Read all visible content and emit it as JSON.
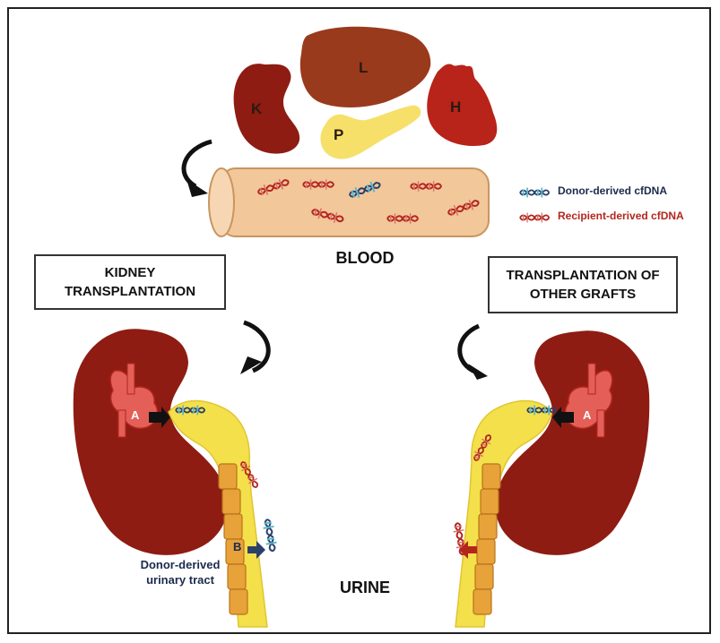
{
  "organs": {
    "kidney": "K",
    "liver": "L",
    "pancreas": "P",
    "heart": "H"
  },
  "blood_label": "BLOOD",
  "urine_label": "URINE",
  "legend": {
    "donor": "Donor-derived cfDNA",
    "recipient": "Recipient-derived cfDNA"
  },
  "left_box": {
    "line1": "KIDNEY",
    "line2": "TRANSPLANTATION"
  },
  "right_box": {
    "line1": "TRANSPLANTATION OF",
    "line2": "OTHER GRAFTS"
  },
  "markers": {
    "a_left": "A",
    "b_left": "B",
    "a_right": "A"
  },
  "donor_tract": {
    "line1": "Donor-derived",
    "line2": "urinary tract"
  },
  "colors": {
    "kidney": "#8e1c13",
    "liver": "#9a3a1c",
    "heart": "#b8231a",
    "pancreas": "#f6e06a",
    "vessel": "#f2c79a",
    "ureter": "#f4e04a",
    "donor_dna": "#2b3f6b",
    "recipient_dna": "#b3261e",
    "urothelium": "#e8a23a"
  }
}
